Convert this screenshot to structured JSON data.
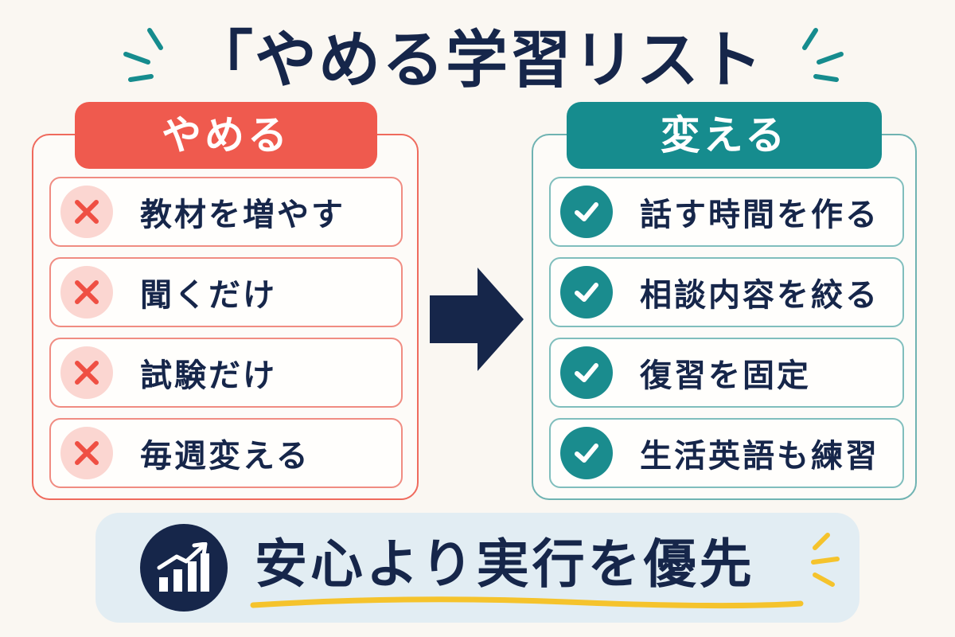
{
  "title": "「やめる学習リスト",
  "stop_panel": {
    "header": "やめる",
    "items": [
      {
        "label": "教材を増やす",
        "icon": "cross-icon"
      },
      {
        "label": "聞くだけ",
        "icon": "cross-icon"
      },
      {
        "label": "試験だけ",
        "icon": "cross-icon"
      },
      {
        "label": "毎週変える",
        "icon": "cross-icon"
      }
    ]
  },
  "change_panel": {
    "header": "変える",
    "items": [
      {
        "label": "話す時間を作る",
        "icon": "check-icon"
      },
      {
        "label": "相談内容を絞る",
        "icon": "check-icon"
      },
      {
        "label": "復習を固定",
        "icon": "check-icon"
      },
      {
        "label": "生活英語も練習",
        "icon": "check-icon"
      }
    ]
  },
  "banner": {
    "text": "安心より実行を優先",
    "icon": "growth-chart-icon"
  },
  "colors": {
    "navy": "#16264a",
    "stop_red": "#ef5a4e",
    "change_teal": "#168c8e",
    "accent_yellow": "#f5c32c",
    "background": "#faf7f2"
  }
}
